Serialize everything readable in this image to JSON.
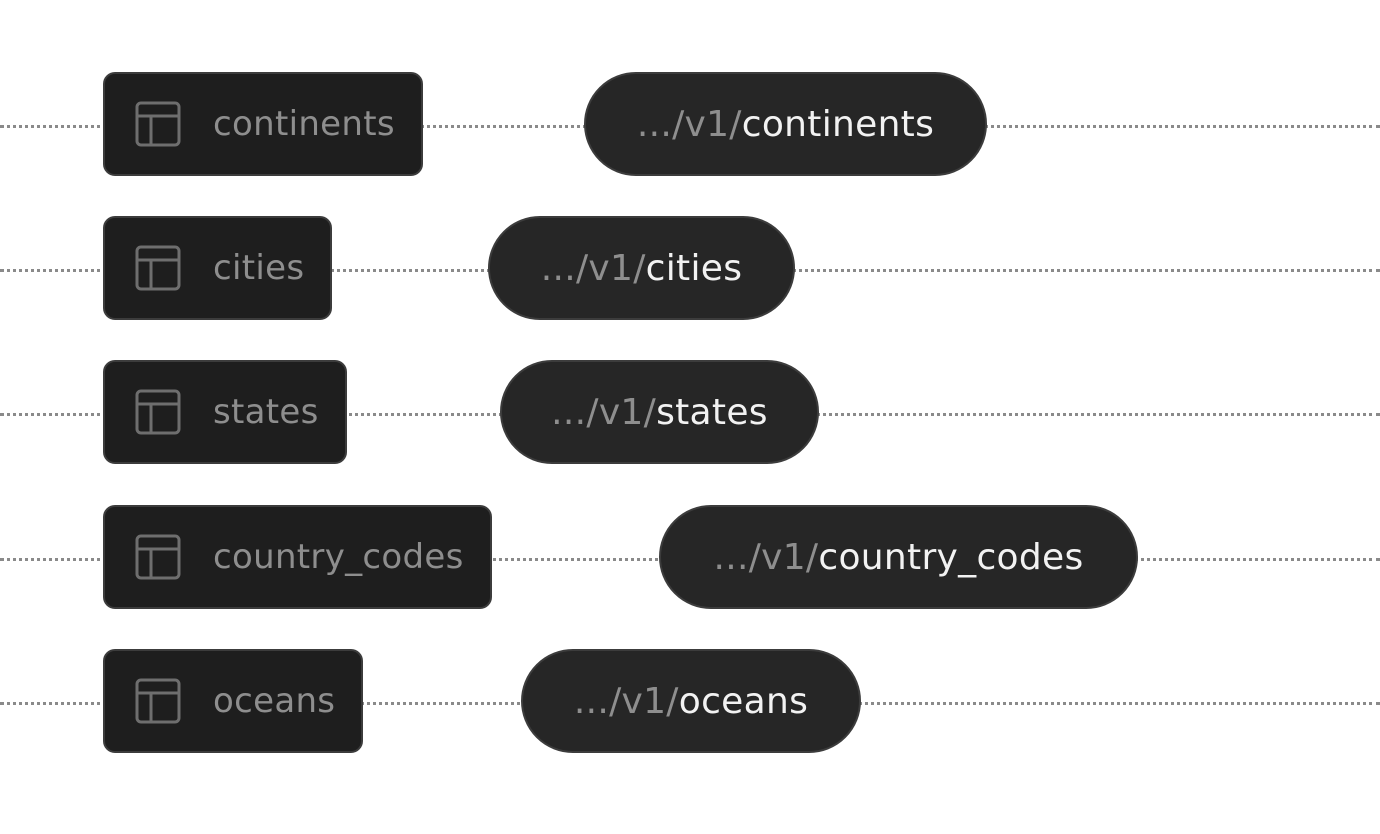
{
  "diagram": {
    "rows": [
      {
        "table_name": "continents",
        "endpoint_prefix": ".../v1/",
        "endpoint_resource": "continents"
      },
      {
        "table_name": "cities",
        "endpoint_prefix": ".../v1/",
        "endpoint_resource": "cities"
      },
      {
        "table_name": "states",
        "endpoint_prefix": ".../v1/",
        "endpoint_resource": "states"
      },
      {
        "table_name": "country_codes",
        "endpoint_prefix": ".../v1/",
        "endpoint_resource": "country_codes"
      },
      {
        "table_name": "oceans",
        "endpoint_prefix": ".../v1/",
        "endpoint_resource": "oceans"
      }
    ],
    "icon": "table-icon",
    "colors": {
      "background": "#ffffff",
      "node_fill": "#1e1e1e",
      "pill_fill": "#262626",
      "muted_text": "#8e8e8e",
      "bright_text": "#f2f2f2",
      "connector": "#8a8a8a"
    }
  }
}
